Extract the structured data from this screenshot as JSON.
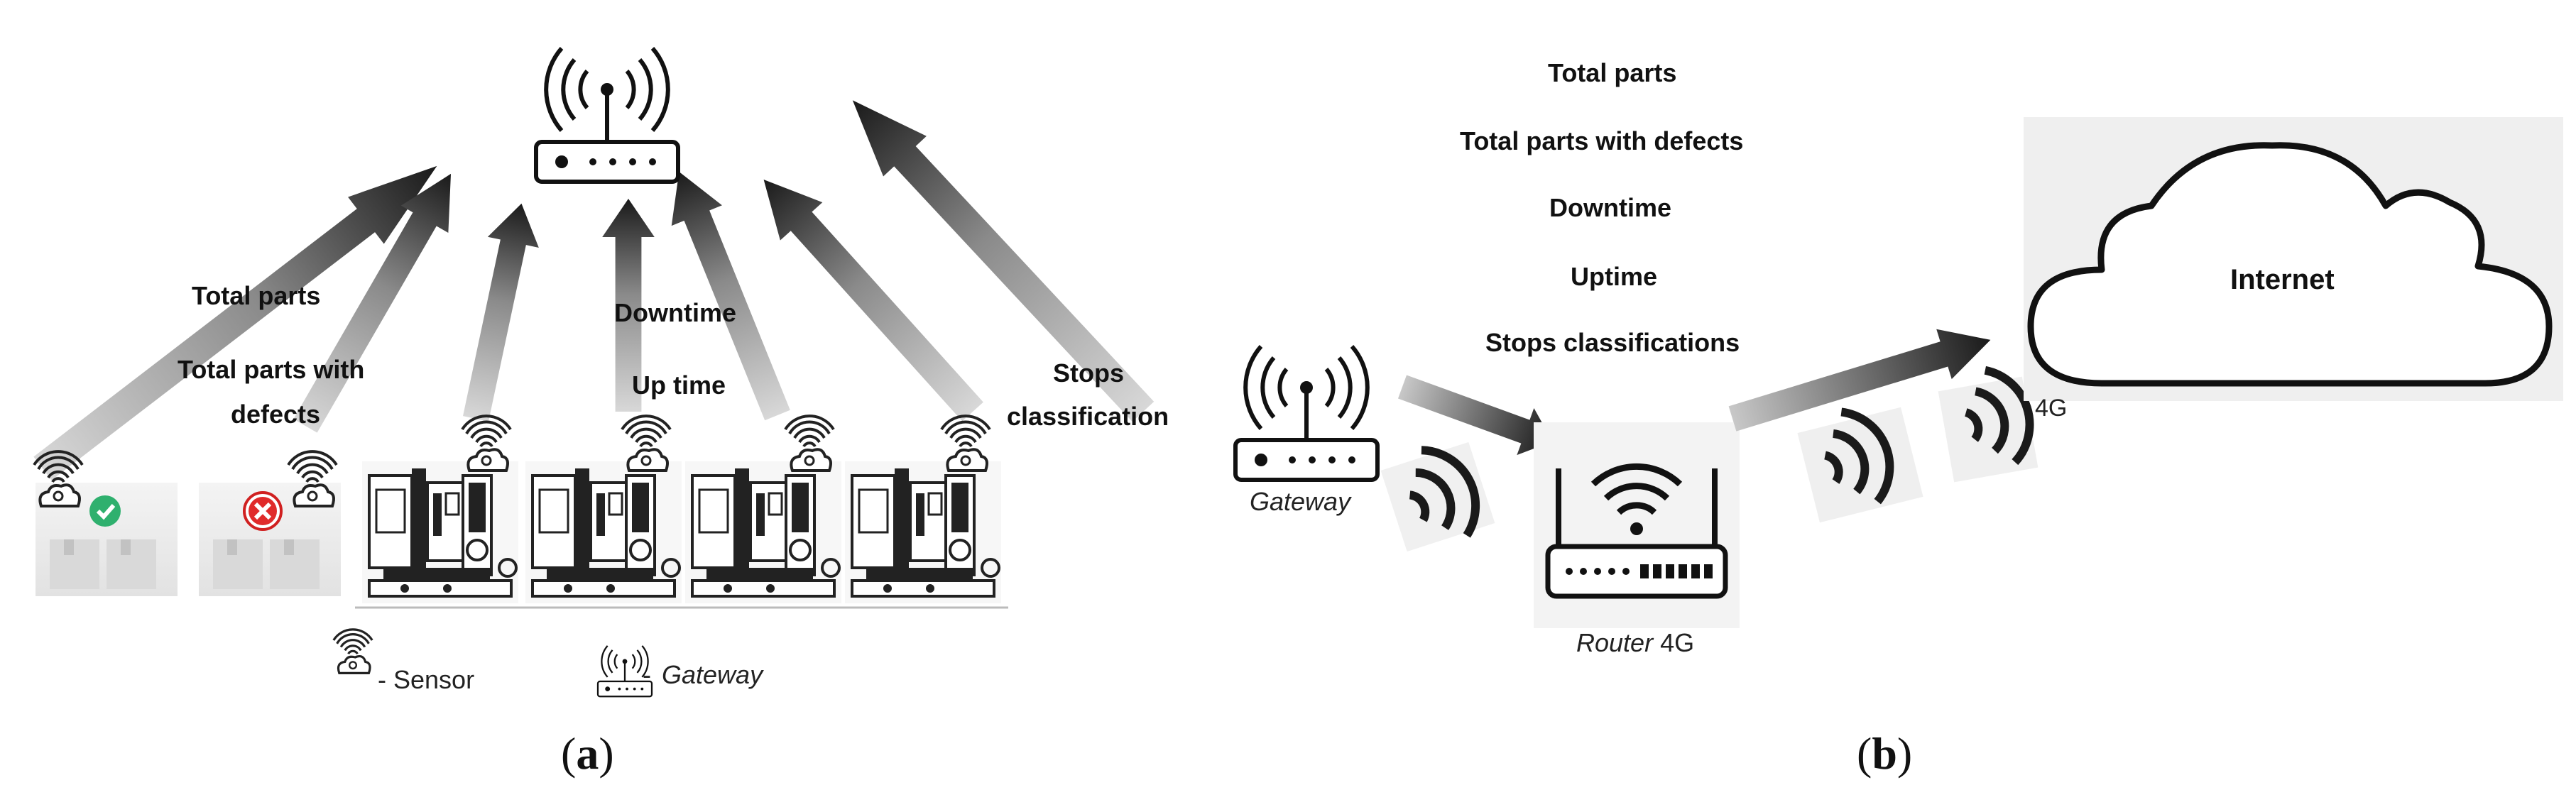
{
  "panel_a": {
    "arrow_labels": [
      "Total parts",
      "Total parts with",
      "defects",
      "Downtime",
      "Up time",
      "Stops",
      "classification"
    ],
    "legend": {
      "sensor_label": "- Sensor",
      "gateway_dash": "-",
      "gateway_label": "Gateway"
    },
    "caption": {
      "open": "(",
      "letter": "a",
      "close": ")"
    }
  },
  "panel_b": {
    "data_list": [
      "Total parts",
      "Total parts with defects",
      "Downtime",
      "Uptime",
      "Stops classifications"
    ],
    "gateway_label": "Gateway",
    "router_label_italic": "Router",
    "router_label_plain": "4G",
    "signal_label": "4G",
    "cloud_label": "Internet",
    "caption": {
      "open": "(",
      "letter": "b",
      "close": ")"
    }
  }
}
